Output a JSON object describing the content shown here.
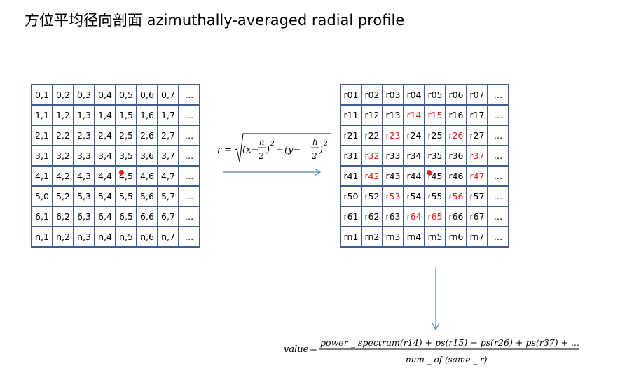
{
  "title": "方位平均径向剖面 azimuthally-averaged radial profile",
  "left_grid": [
    [
      "0,1",
      "0,2",
      "0,3",
      "0,4",
      "0,5",
      "0,6",
      "0,7",
      "…"
    ],
    [
      "1,1",
      "1,2",
      "1,3",
      "1,4",
      "1,5",
      "1,6",
      "1,7",
      "…"
    ],
    [
      "2,1",
      "2,2",
      "2,3",
      "2,4",
      "2,5",
      "2,6",
      "2,7",
      "…"
    ],
    [
      "3,1",
      "3,2",
      "3,3",
      "3,4",
      "3,5",
      "3,6",
      "3,7",
      "…"
    ],
    [
      "4,1",
      "4,2",
      "4,3",
      "4,4",
      "4,5",
      "4,6",
      "4,7",
      "…"
    ],
    [
      "5,0",
      "5,2",
      "5,3",
      "5,4",
      "5,5",
      "5,6",
      "5,7",
      "…"
    ],
    [
      "6,1",
      "6,2",
      "6,3",
      "6,4",
      "6,5",
      "6,6",
      "6,7",
      "…"
    ],
    [
      "n,1",
      "n,2",
      "n,3",
      "n,4",
      "n,5",
      "n,6",
      "n,7",
      "…"
    ]
  ],
  "right_grid": [
    [
      "r01",
      "r02",
      "r03",
      "r04",
      "r05",
      "r06",
      "r07",
      "…"
    ],
    [
      "r11",
      "r12",
      "r13",
      "r14",
      "r15",
      "r16",
      "r17",
      "…"
    ],
    [
      "r21",
      "r22",
      "r23",
      "r24",
      "r25",
      "r26",
      "r27",
      "…"
    ],
    [
      "r31",
      "r32",
      "r33",
      "r34",
      "r35",
      "r36",
      "r37",
      "…"
    ],
    [
      "r41",
      "r42",
      "r43",
      "r44",
      "r45",
      "r46",
      "r47",
      "…"
    ],
    [
      "r50",
      "r52",
      "r53",
      "r54",
      "r55",
      "r56",
      "r57",
      "…"
    ],
    [
      "r61",
      "r62",
      "r63",
      "r64",
      "r65",
      "r66",
      "r67",
      "…"
    ],
    [
      "rn1",
      "rn2",
      "rn3",
      "rn4",
      "rn5",
      "rn6",
      "rn7",
      "…"
    ]
  ],
  "highlighted_cells": [
    "r14",
    "r15",
    "r23",
    "r26",
    "r32",
    "r37",
    "r42",
    "r47",
    "r53",
    "r56",
    "r64",
    "r65"
  ],
  "highlight_color": "#e0201e",
  "grid_color": "#3d5f8f",
  "arrow_color": "#4f81bd",
  "formula_r": {
    "lhs": "r",
    "eq": "=",
    "x_part": "(x−",
    "y_part": "(y−",
    "h": "h",
    "two": "2",
    "paren_close": ")",
    "sq": "2",
    "plus": "+"
  },
  "value_formula": {
    "lhs": "value",
    "eq": "=",
    "numerator": "power _ spectrum(r14) + ps(r15) + ps(r26) + ps(r37) + ...",
    "denominator": "num _ of (same _ r)"
  }
}
